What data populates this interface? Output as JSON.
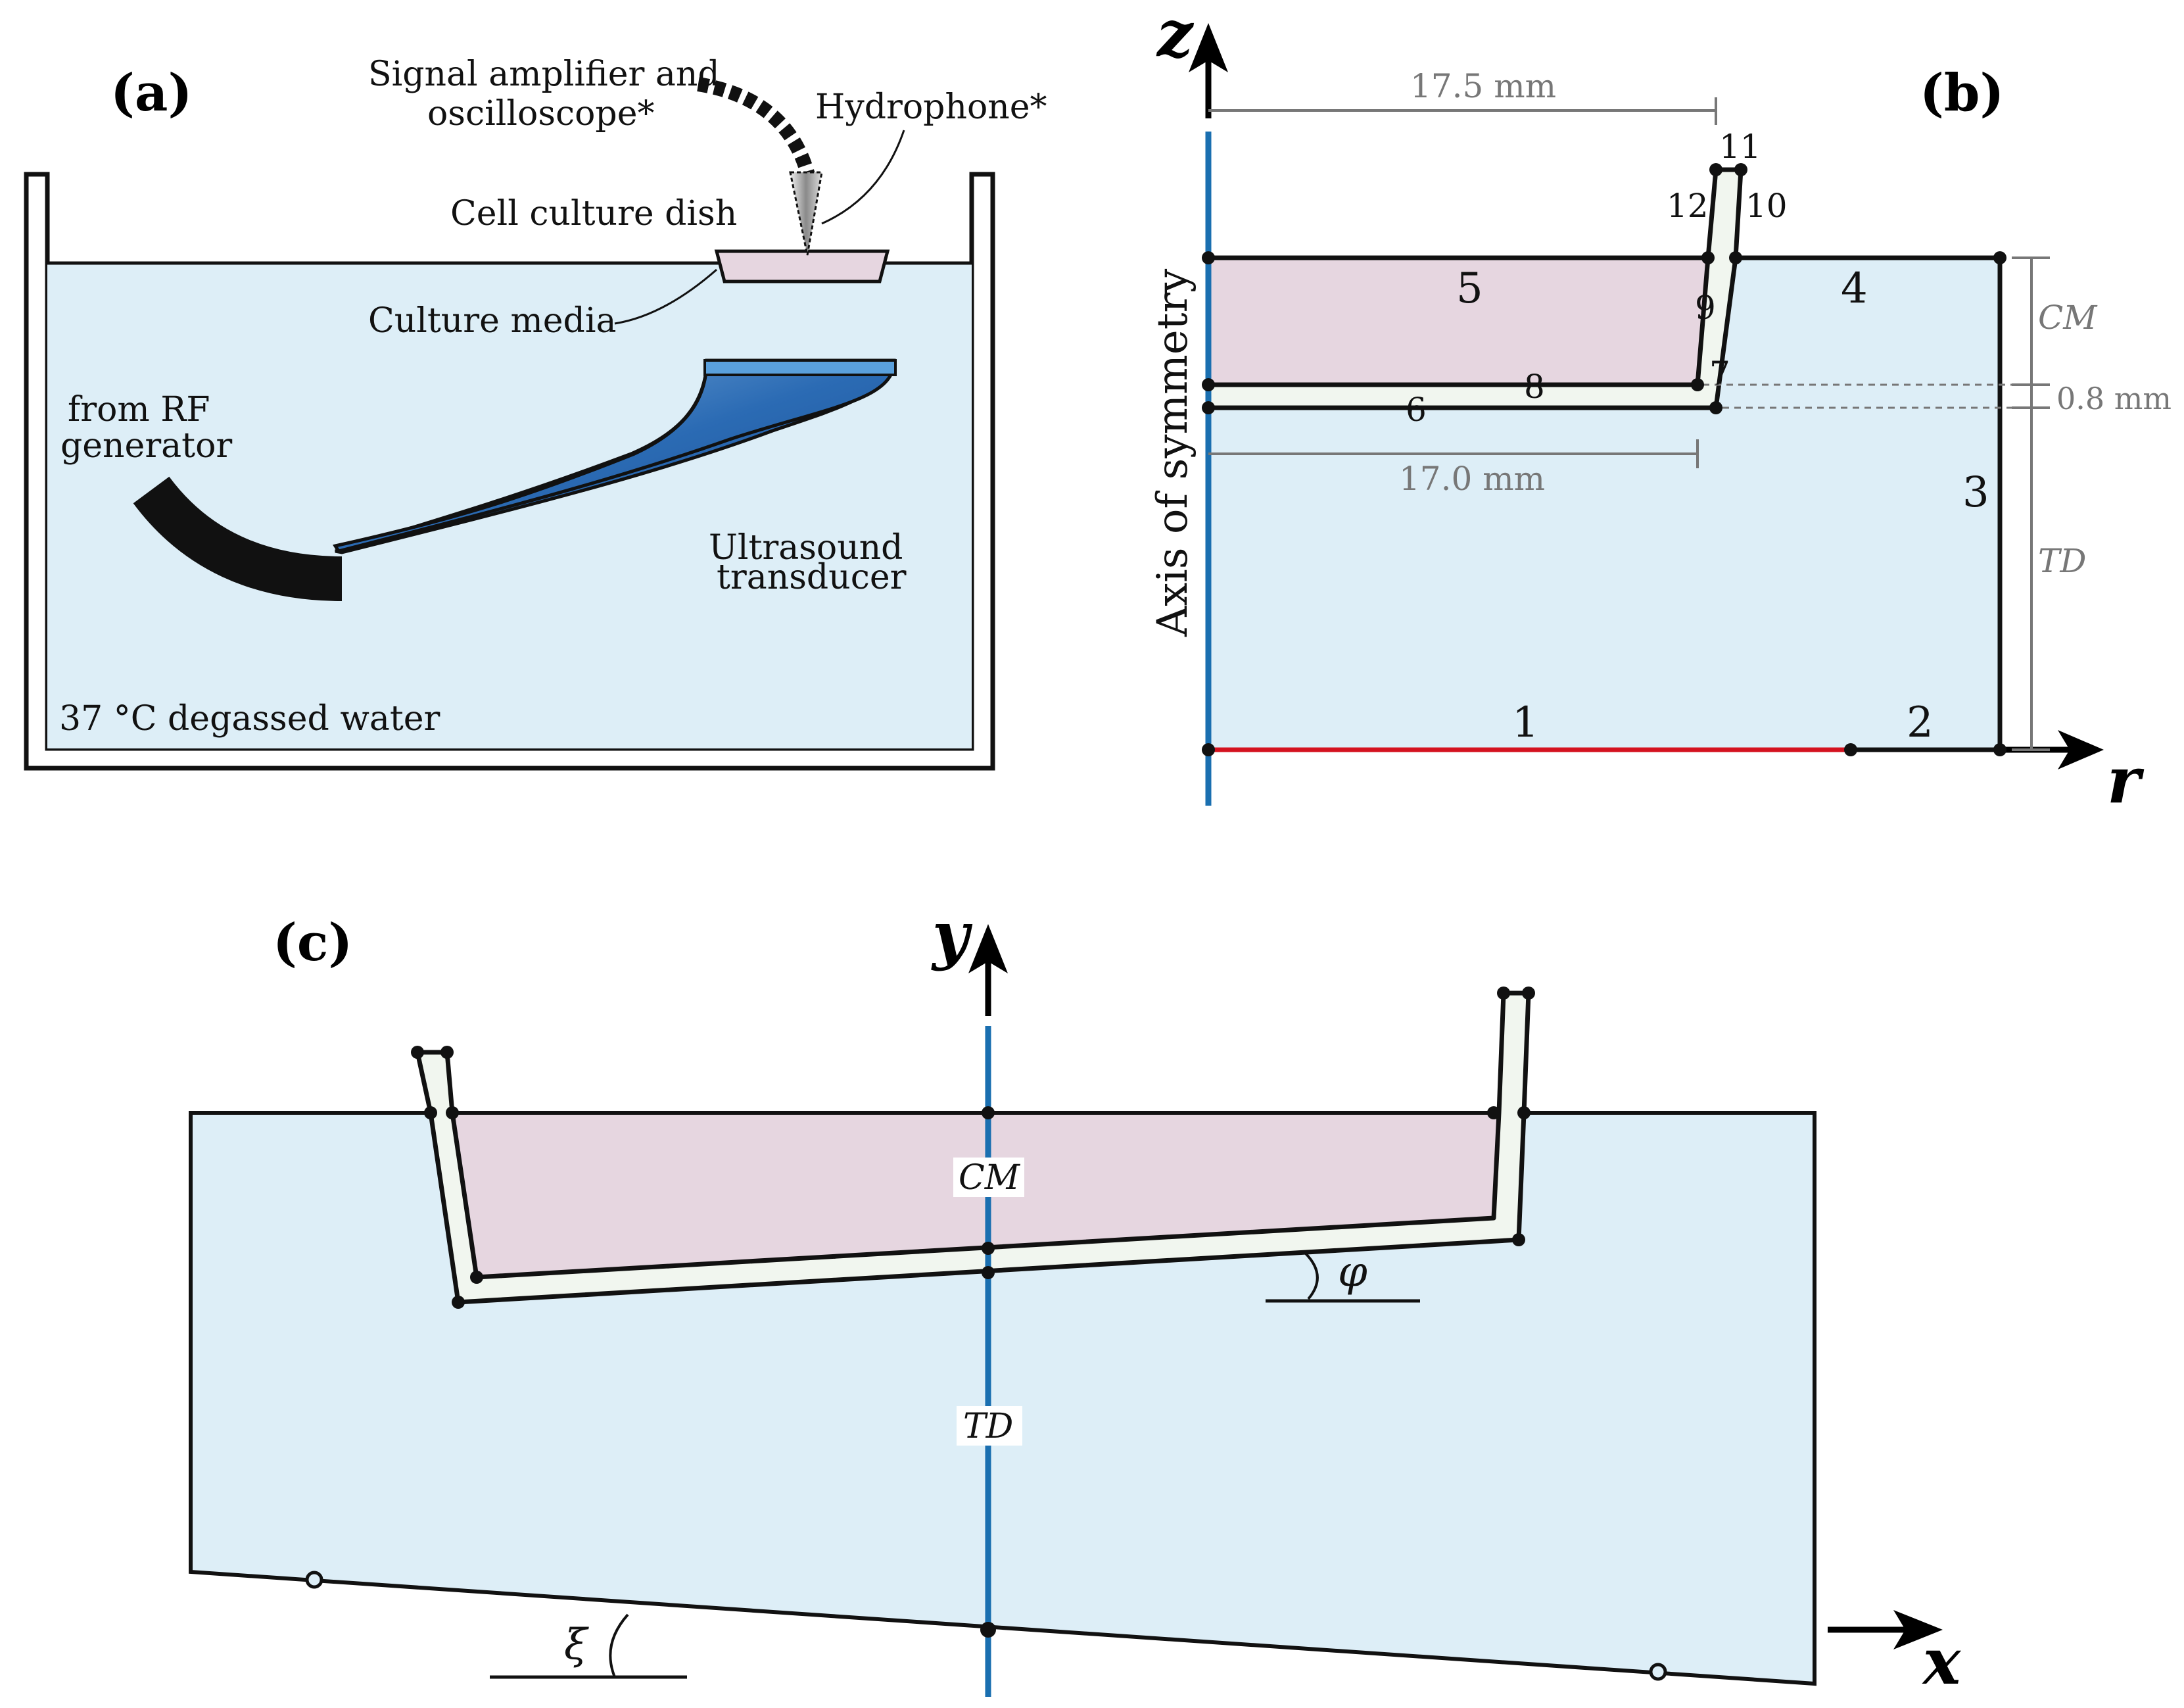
{
  "colors": {
    "water": "#ddeef7",
    "media": "#e6d6e0",
    "dish_wall": "#f1f6ef",
    "outline": "#111111",
    "axis_blue": "#1a6fb0",
    "source_red": "#d4121f",
    "transducer_blue": "#1d5fa8",
    "dim_gray": "#777777"
  },
  "panel_a": {
    "label": "(a)",
    "signal_amplifier_line1": "Signal amplifier and",
    "signal_amplifier_line2": "oscilloscope*",
    "hydrophone": "Hydrophone*",
    "cell_culture_dish": "Cell culture dish",
    "culture_media": "Culture media",
    "rf_generator_line1": "from RF",
    "rf_generator_line2": "generator",
    "transducer_line1": "Ultrasound",
    "transducer_line2": "transducer",
    "water": "37 °C degassed water"
  },
  "panel_b": {
    "label": "(b)",
    "z_axis": "z",
    "r_axis": "r",
    "axis_of_symmetry": "Axis of  symmetry",
    "dim_top": "17.5 mm",
    "dim_bottom": "17.0 mm",
    "dim_gap": "0.8 mm",
    "cm": "CM",
    "td": "TD",
    "boundary_labels": [
      "1",
      "2",
      "3",
      "4",
      "5",
      "6",
      "7",
      "8",
      "9",
      "10",
      "11",
      "12"
    ]
  },
  "panel_c": {
    "label": "(c)",
    "y_axis": "y",
    "x_axis": "x",
    "cm": "CM",
    "td": "TD",
    "phi": "φ",
    "xi": "ξ"
  }
}
